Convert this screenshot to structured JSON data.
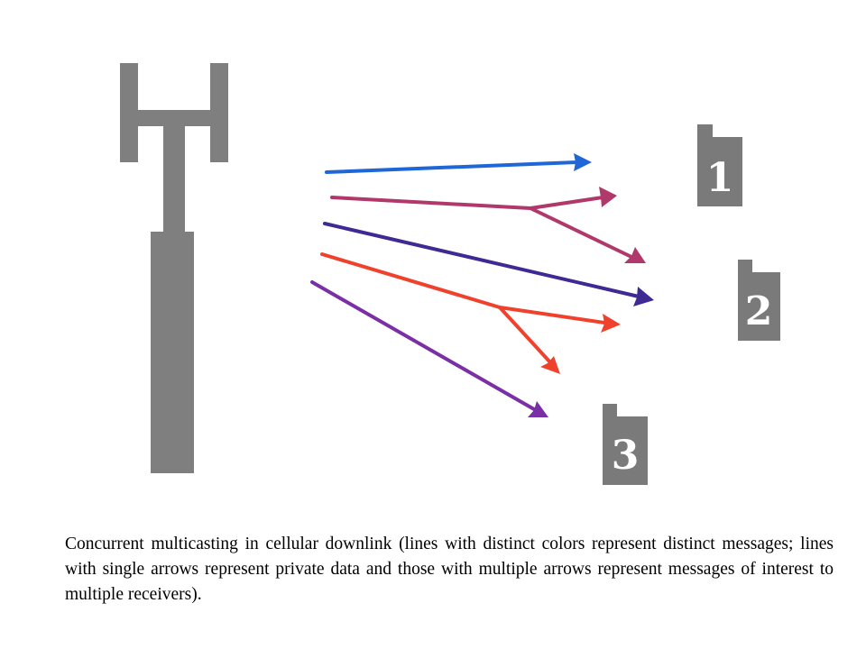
{
  "diagram": {
    "tower_icon": "cell-tower-icon",
    "tower_color": "#7f7f7f",
    "devices": [
      {
        "id": "device-1",
        "label": "1"
      },
      {
        "id": "device-2",
        "label": "2"
      },
      {
        "id": "device-3",
        "label": "3"
      }
    ],
    "device_color": "#7a7a7a",
    "messages": [
      {
        "name": "message-blue",
        "color": "#1f66d6",
        "type": "private",
        "receivers": [
          "1"
        ]
      },
      {
        "name": "message-magenta",
        "color": "#b1386a",
        "type": "multicast",
        "receivers": [
          "1",
          "2"
        ]
      },
      {
        "name": "message-indigo",
        "color": "#3f2a93",
        "type": "private",
        "receivers": [
          "2"
        ]
      },
      {
        "name": "message-red",
        "color": "#f0412d",
        "type": "multicast",
        "receivers": [
          "2",
          "3"
        ]
      },
      {
        "name": "message-purple",
        "color": "#7a2fa6",
        "type": "private",
        "receivers": [
          "3"
        ]
      }
    ]
  },
  "caption": "Concurrent multicasting in cellular downlink (lines with distinct colors represent distinct messages; lines with single arrows represent private data and those with multiple arrows represent messages of interest to multiple receivers)."
}
